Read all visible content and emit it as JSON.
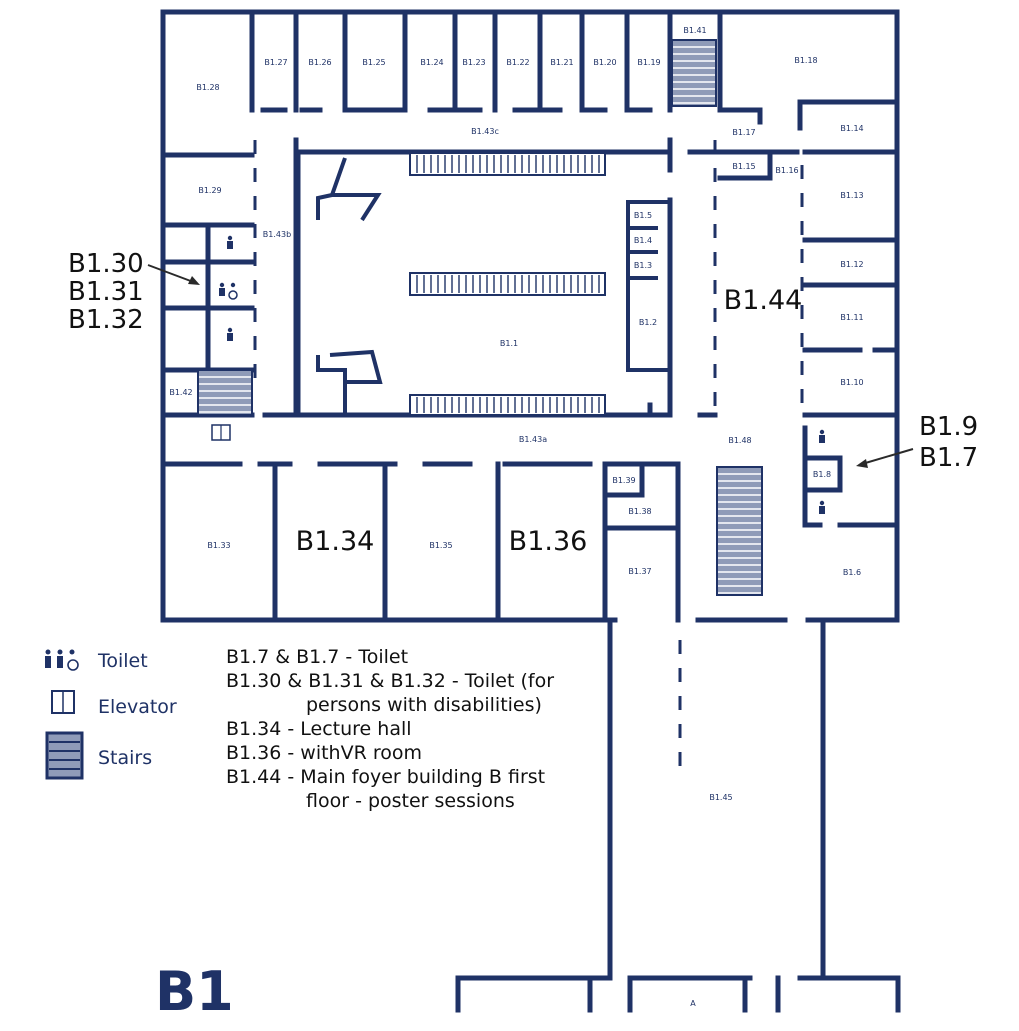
{
  "floor": {
    "title": "B1"
  },
  "colors": {
    "wall": "#1f3266",
    "stairs": "#8f9bb8",
    "text": "#111111"
  },
  "rooms": {
    "b1_28": "B1.28",
    "b1_27": "B1.27",
    "b1_26": "B1.26",
    "b1_25": "B1.25",
    "b1_24": "B1.24",
    "b1_23": "B1.23",
    "b1_22": "B1.22",
    "b1_21": "B1.21",
    "b1_20": "B1.20",
    "b1_19": "B1.19",
    "b1_41": "B1.41",
    "b1_18": "B1.18",
    "b1_43c": "B1.43c",
    "b1_17": "B1.17",
    "b1_14": "B1.14",
    "b1_15": "B1.15",
    "b1_16": "B1.16",
    "b1_29": "B1.29",
    "b1_43b": "B1.43b",
    "b1_13": "B1.13",
    "b1_5": "B1.5",
    "b1_4": "B1.4",
    "b1_3": "B1.3",
    "b1_2": "B1.2",
    "b1_12": "B1.12",
    "b1_11": "B1.11",
    "b1_1": "B1.1",
    "b1_10": "B1.10",
    "b1_42": "B1.42",
    "b1_43a": "B1.43a",
    "b1_48": "B1.48",
    "b1_8": "B1.8",
    "b1_39": "B1.39",
    "b1_38": "B1.38",
    "b1_33": "B1.33",
    "b1_35": "B1.35",
    "b1_37": "B1.37",
    "b1_6": "B1.6",
    "b1_45": "B1.45",
    "a": "A"
  },
  "big_labels": {
    "b1_44": "B1.44",
    "b1_34": "B1.34",
    "b1_36": "B1.36"
  },
  "callouts": {
    "left": [
      "B1.30",
      "B1.31",
      "B1.32"
    ],
    "right": [
      "B1.9",
      "B1.7"
    ]
  },
  "legend": [
    {
      "icon": "toilet-icon",
      "label": "Toilet"
    },
    {
      "icon": "elevator-icon",
      "label": "Elevator"
    },
    {
      "icon": "stairs-icon",
      "label": "Stairs"
    }
  ],
  "notes": [
    "B1.7 & B1.7 - Toilet",
    "B1.30 & B1.31 & B1.32 - Toilet (for",
    "persons with disabilities)",
    "B1.34 - Lecture hall",
    "B1.36 - withVR room",
    "B1.44 - Main foyer building B first",
    "floor - poster sessions"
  ]
}
